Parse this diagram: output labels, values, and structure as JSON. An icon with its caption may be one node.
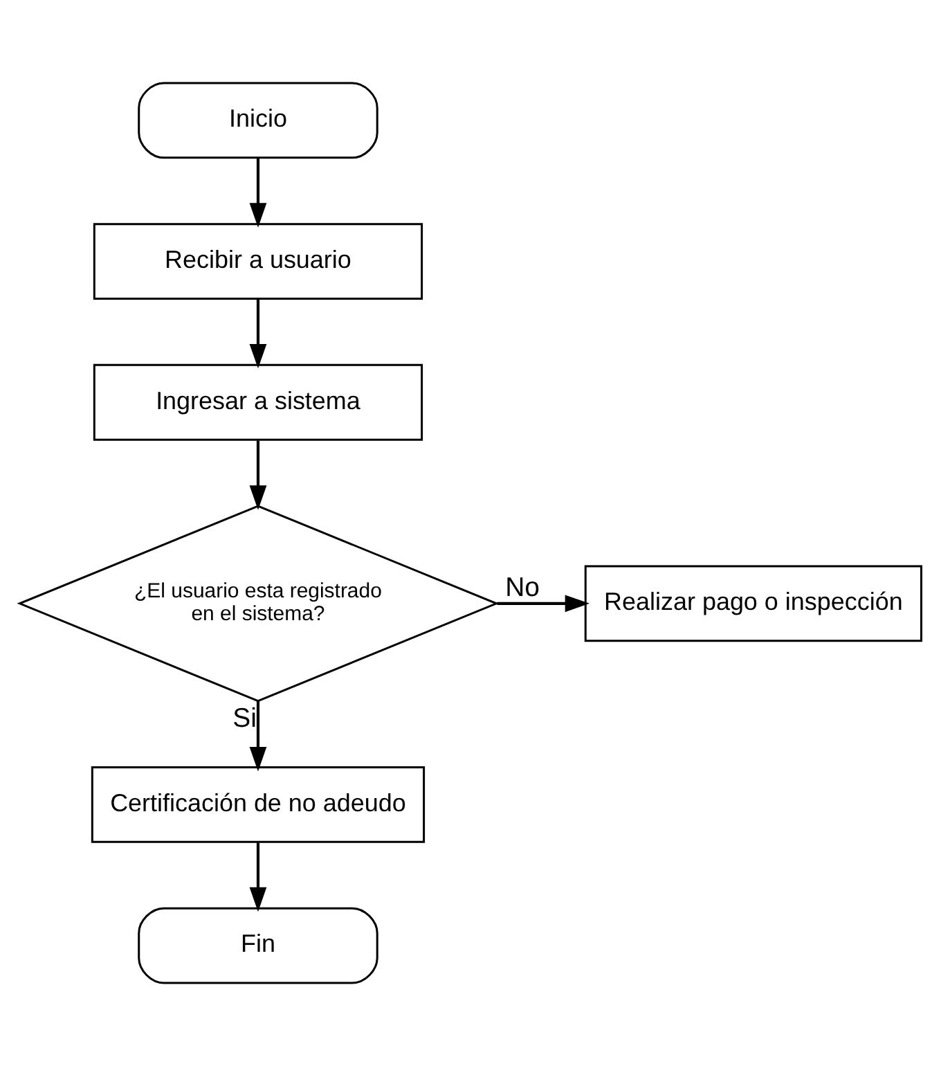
{
  "diagram": {
    "nodes": [
      {
        "text": [
          "Inicio"
        ]
      },
      {
        "text": [
          "Recibir a usuario"
        ]
      },
      {
        "text": [
          "Ingresar a sistema"
        ]
      },
      {
        "text": [
          "¿El usuario esta registrado en el sistema?"
        ]
      },
      {
        "text": [
          "Realizar pago o inspección"
        ]
      },
      {
        "text": [
          "Certificación de no adeudo"
        ]
      },
      {
        "text": [
          "Fin"
        ]
      }
    ],
    "edges": [
      {
        "from": 0,
        "to": 1,
        "arrow": "to"
      },
      {
        "from": 1,
        "to": 2,
        "arrow": "to"
      },
      {
        "from": 2,
        "to": 3,
        "arrow": "to"
      },
      {
        "from": 3,
        "to": 4,
        "arrow": "to",
        "label": "No"
      },
      {
        "from": 3,
        "to": 5,
        "arrow": "to",
        "label": "Si"
      },
      {
        "from": 5,
        "to": 6,
        "arrow": "to"
      }
    ]
  }
}
